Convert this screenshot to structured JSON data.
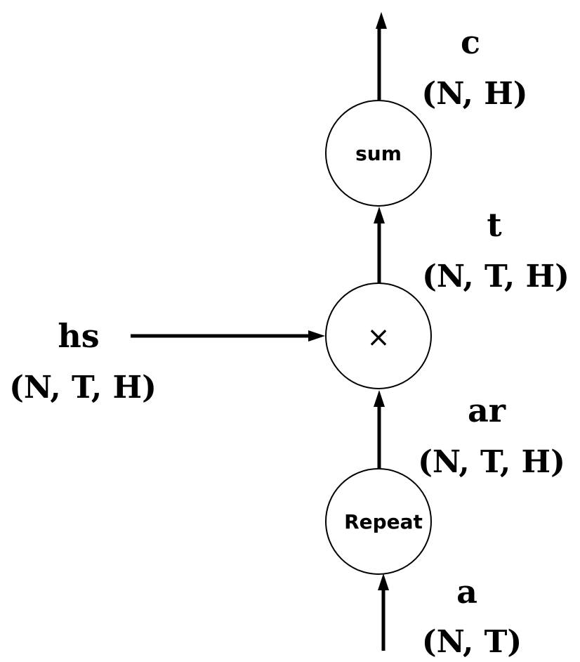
{
  "nodes": {
    "repeat": {
      "label": "Repeat"
    },
    "multiply": {
      "label": "×"
    },
    "sum": {
      "label": "sum"
    }
  },
  "variables": {
    "c": {
      "name": "c",
      "shape": "(N, H)"
    },
    "t": {
      "name": "t",
      "shape": "(N, T, H)"
    },
    "hs": {
      "name": "hs",
      "shape": "(N, T, H)"
    },
    "ar": {
      "name": "ar",
      "shape": "(N, T, H)"
    },
    "a": {
      "name": "a",
      "shape": "(N, T)"
    }
  },
  "colors": {
    "stroke": "#000000",
    "background": "#ffffff"
  }
}
